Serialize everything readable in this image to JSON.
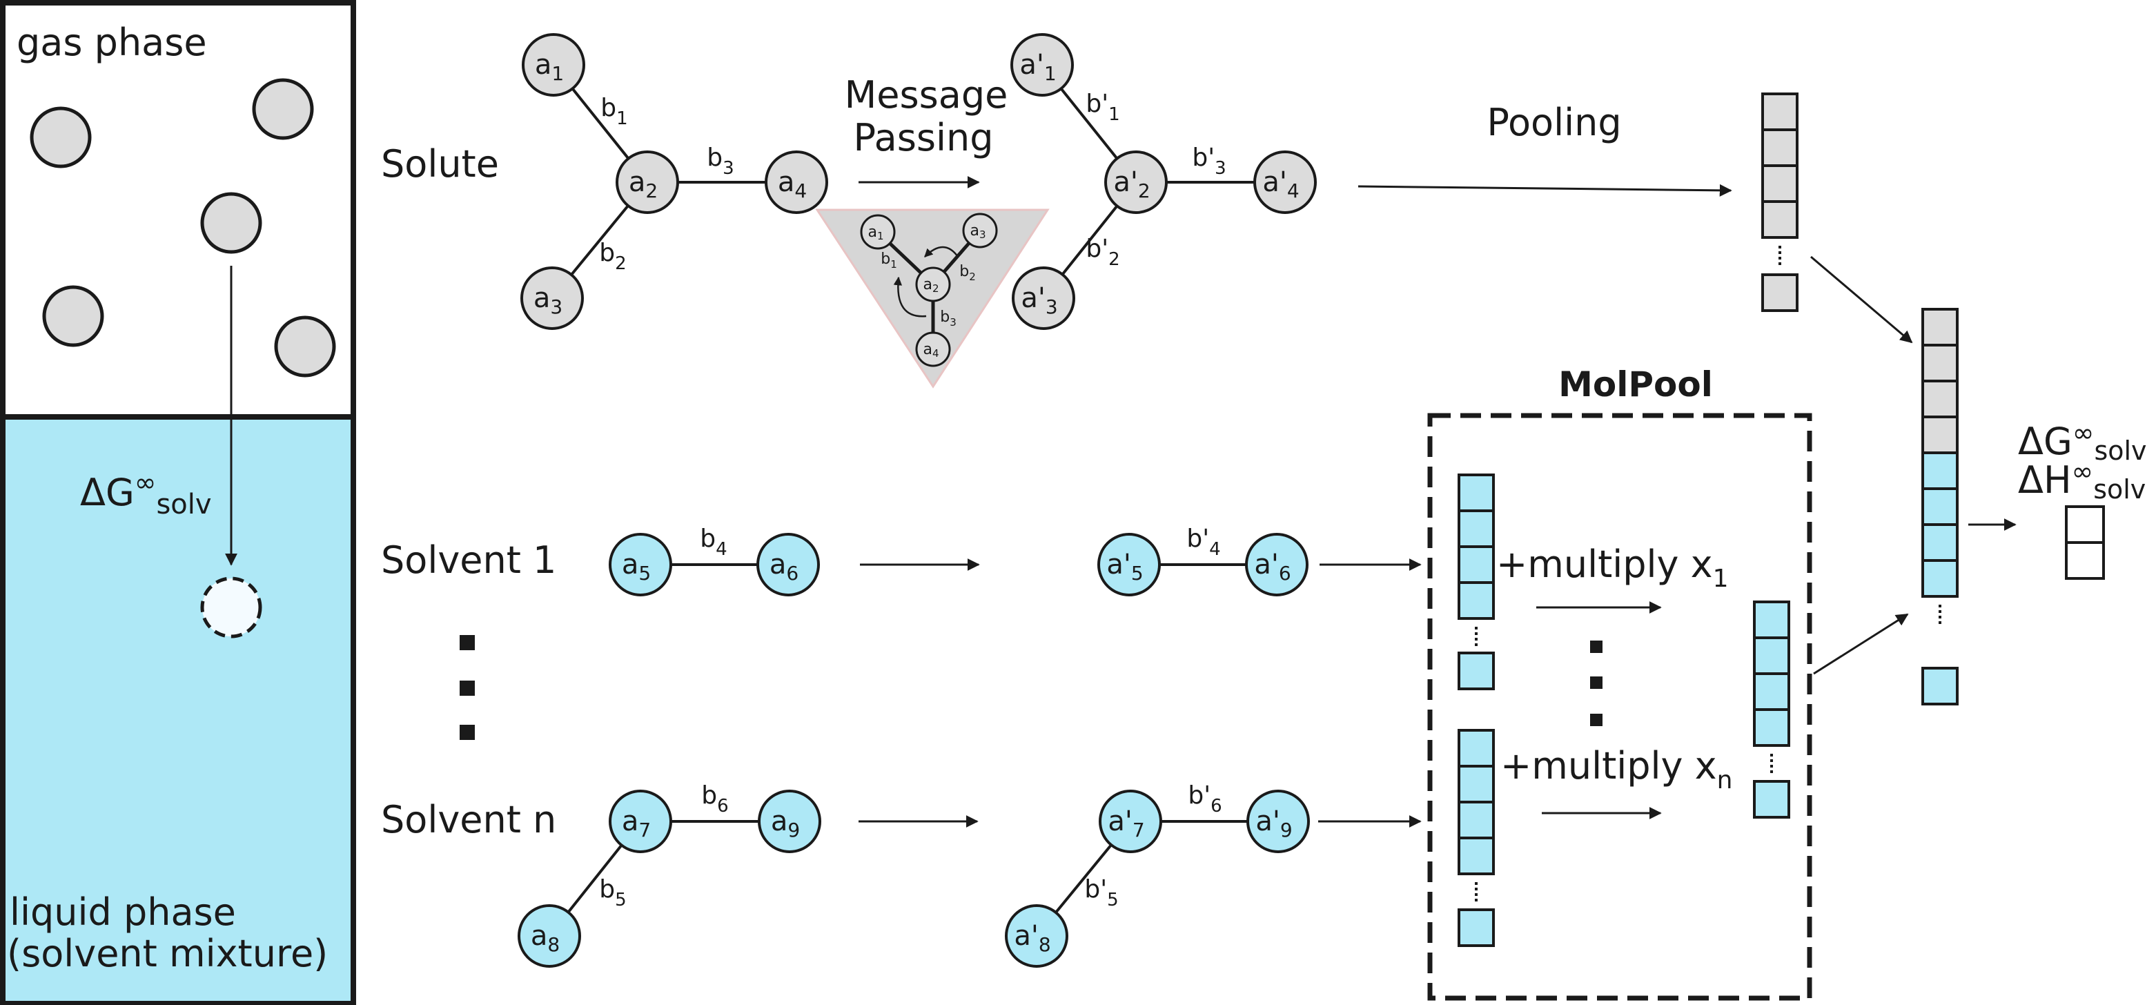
{
  "colors": {
    "liquid": "#aee8f6",
    "cyan_node": "#aee8f6",
    "gray_node": "#dcdcdc",
    "stroke": "#1a1a1a",
    "triangle": "#d6d6d6"
  },
  "phases": {
    "gas_label": "gas phase",
    "liquid_label_line1": "liquid phase",
    "liquid_label_line2": "(solvent mixture)",
    "dg_prefix": "ΔG",
    "inf": "∞",
    "solv": "solv"
  },
  "rows": {
    "solute": "Solute",
    "solvent1": "Solvent 1",
    "solventn": "Solvent n"
  },
  "steps": {
    "message_line1": "Message",
    "message_line2": "Passing",
    "pooling": "Pooling",
    "molpool": "MolPool",
    "multiply_prefix": "+multiply x",
    "x1_sub": "1",
    "xn_sub": "n"
  },
  "molecules": {
    "solute": {
      "atoms": [
        {
          "base": "a",
          "sub": "1"
        },
        {
          "base": "a",
          "sub": "2"
        },
        {
          "base": "a",
          "sub": "3"
        },
        {
          "base": "a",
          "sub": "4"
        }
      ],
      "bonds": [
        {
          "base": "b",
          "sub": "1"
        },
        {
          "base": "b",
          "sub": "2"
        },
        {
          "base": "b",
          "sub": "3"
        }
      ]
    },
    "solute_out": {
      "atoms": [
        {
          "base": "a'",
          "sub": "1"
        },
        {
          "base": "a'",
          "sub": "2"
        },
        {
          "base": "a'",
          "sub": "3"
        },
        {
          "base": "a'",
          "sub": "4"
        }
      ],
      "bonds": [
        {
          "base": "b'",
          "sub": "1"
        },
        {
          "base": "b'",
          "sub": "2"
        },
        {
          "base": "b'",
          "sub": "3"
        }
      ]
    },
    "solvent1": {
      "atoms": [
        {
          "base": "a",
          "sub": "5"
        },
        {
          "base": "a",
          "sub": "6"
        }
      ],
      "bonds": [
        {
          "base": "b",
          "sub": "4"
        }
      ]
    },
    "solvent1_out": {
      "atoms": [
        {
          "base": "a'",
          "sub": "5"
        },
        {
          "base": "a'",
          "sub": "6"
        }
      ],
      "bonds": [
        {
          "base": "b'",
          "sub": "4"
        }
      ]
    },
    "solventn": {
      "atoms": [
        {
          "base": "a",
          "sub": "7"
        },
        {
          "base": "a",
          "sub": "8"
        },
        {
          "base": "a",
          "sub": "9"
        }
      ],
      "bonds": [
        {
          "base": "b",
          "sub": "5"
        },
        {
          "base": "b",
          "sub": "6"
        }
      ]
    },
    "solventn_out": {
      "atoms": [
        {
          "base": "a'",
          "sub": "7"
        },
        {
          "base": "a'",
          "sub": "8"
        },
        {
          "base": "a'",
          "sub": "9"
        }
      ],
      "bonds": [
        {
          "base": "b'",
          "sub": "5"
        },
        {
          "base": "b'",
          "sub": "6"
        }
      ]
    },
    "inset": {
      "atoms": [
        {
          "base": "a",
          "sub": "1"
        },
        {
          "base": "a",
          "sub": "2"
        },
        {
          "base": "a",
          "sub": "3"
        },
        {
          "base": "a",
          "sub": "4"
        }
      ],
      "bonds": [
        {
          "base": "b",
          "sub": "1"
        },
        {
          "base": "b",
          "sub": "2"
        },
        {
          "base": "b",
          "sub": "3"
        }
      ]
    }
  },
  "outputs": {
    "dg": "ΔG",
    "dh": "ΔH",
    "inf": "∞",
    "solv": "solv"
  }
}
